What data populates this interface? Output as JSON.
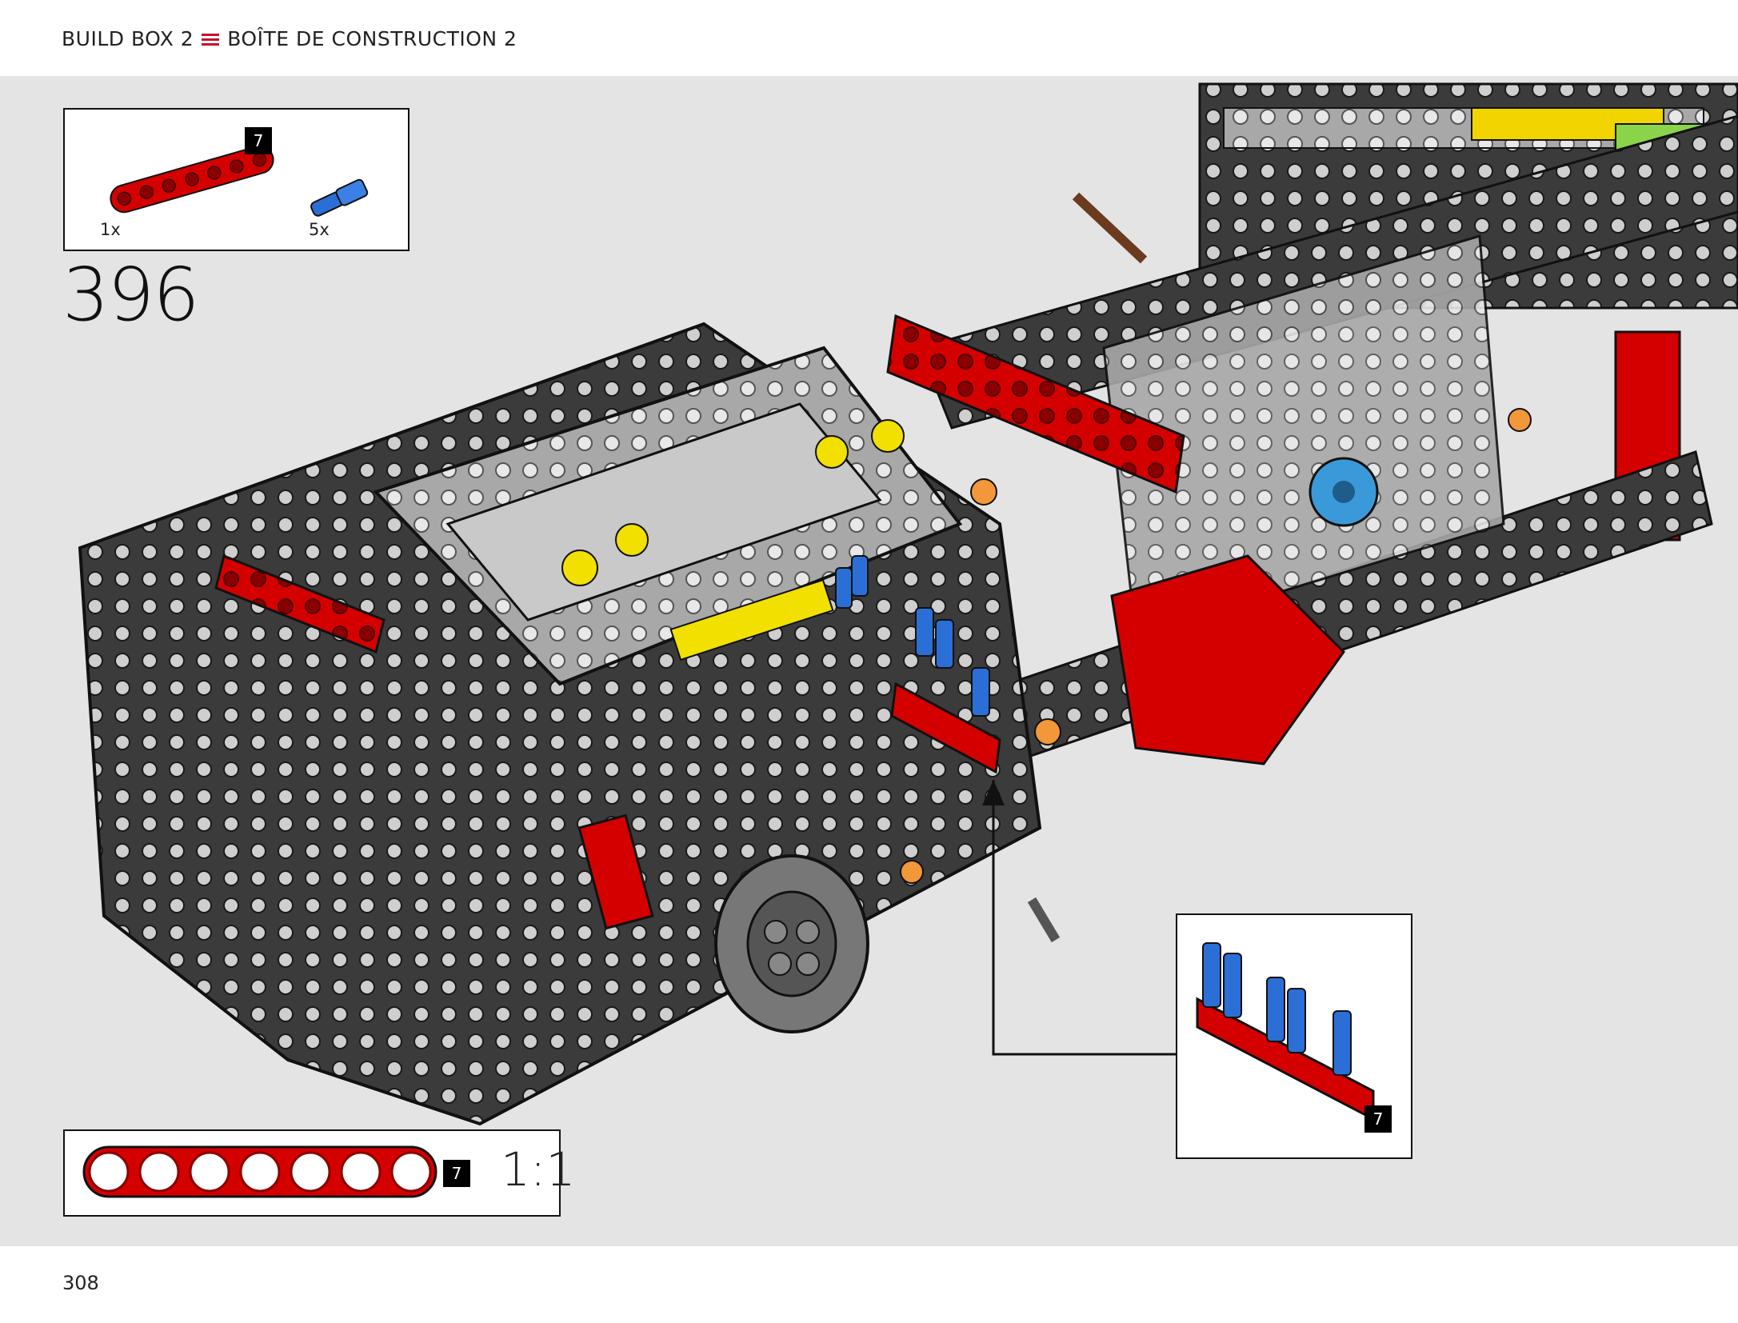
{
  "header": {
    "title_en": "BUILD BOX 2",
    "title_fr": "BOÎTE DE CONSTRUCTION 2"
  },
  "step": {
    "number": "396"
  },
  "parts_list": {
    "items": [
      {
        "name": "red-beam-7",
        "length_label": "7",
        "quantity": "1x"
      },
      {
        "name": "blue-pin",
        "quantity": "5x"
      }
    ]
  },
  "callout": {
    "length_label": "7"
  },
  "scale_ruler": {
    "length_label": "7",
    "scale": "1:1"
  },
  "footer": {
    "page_number": "308"
  },
  "colors": {
    "accent_red": "#d40000",
    "pin_blue": "#2b6fd6",
    "frame_dark": "#3b3b3b",
    "frame_light": "#a8a8a8",
    "background": "#e4e4e4"
  }
}
